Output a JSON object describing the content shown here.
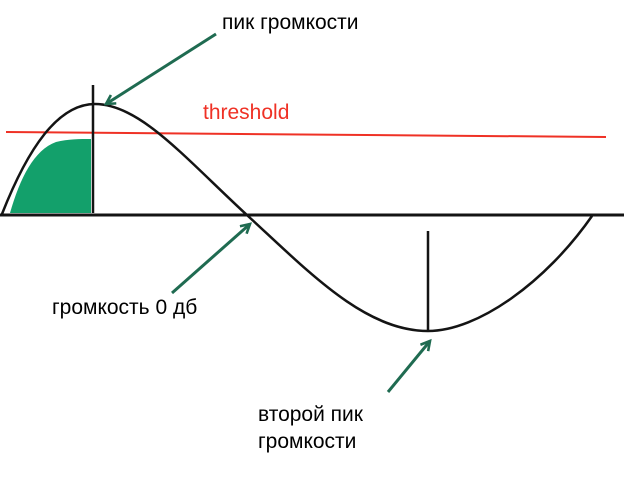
{
  "diagram": {
    "title_context": "sound wave volume diagram",
    "labels": {
      "peak": "пик громкости",
      "threshold": "threshold",
      "zero": "громкость 0 дб",
      "second_peak": "второй пик\nгромкости"
    },
    "colors": {
      "threshold_color": "#ef3125",
      "wave_color": "#141414",
      "fill_color": "#13a06b",
      "arrow_color": "#1f6b51",
      "text_color": "#000000",
      "bg_color": "#ffffff"
    }
  }
}
